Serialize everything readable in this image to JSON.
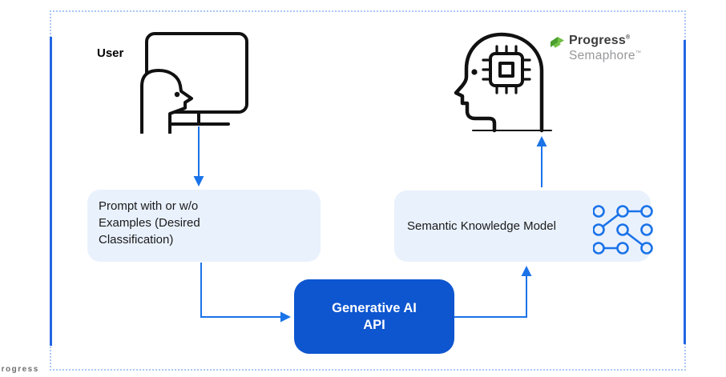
{
  "colors": {
    "accent_blue": "#1a73e8",
    "api_box_blue": "#0e56d0",
    "light_box_blue": "#e9f1fd",
    "selection_border": "#a9c6f8",
    "edge_line_blue": "#2265e3",
    "icon_black": "#111111",
    "graph_icon_blue": "#1a73e8",
    "logo_green_light": "#72c045",
    "logo_green_dark": "#4a9e2f",
    "logo_text_dark": "#3d3d3f",
    "logo_text_gray": "#97989b"
  },
  "diagram": {
    "user_label": "User",
    "prompt_box": {
      "lines": [
        "Prompt with or w/o",
        "Examples (Desired",
        "Classification)"
      ]
    },
    "api_box": {
      "lines": [
        "Generative AI",
        "API"
      ]
    },
    "skm_box": {
      "label": "Semantic Knowledge Model"
    },
    "logo": {
      "brand": "Progress",
      "brand_mark": "®",
      "product": "Semaphore",
      "product_mark": "™"
    },
    "watermark": "progress"
  }
}
